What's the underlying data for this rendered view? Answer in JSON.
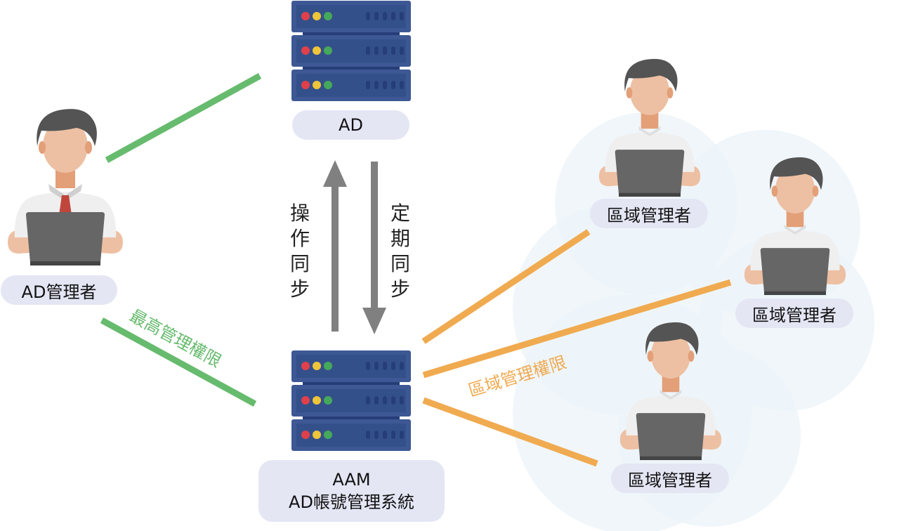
{
  "colors": {
    "admin_link": "#67bb6e",
    "region_link": "#f0aa50",
    "arrow": "#808080",
    "server_body": "#3d5894",
    "server_panel": "#34508a",
    "server_dark": "#263e78",
    "led_red": "#e0404a",
    "led_yellow": "#edc53a",
    "led_green": "#45a95c",
    "label_bg": "#e4e6f4",
    "cloud": "#edf5f9",
    "hair": "#545454",
    "skin": "#edc0a3",
    "neck": "#e39f78",
    "shirt": "#efefef",
    "laptop": "#666666",
    "tie": "#c0463c"
  },
  "nodes": {
    "ad_server": {
      "label": "AD",
      "icon": "server-rack-icon"
    },
    "aam_server": {
      "line1": "AAM",
      "line2": "AD帳號管理系統",
      "icon": "server-rack-icon"
    },
    "ad_admin": {
      "label": "AD管理者",
      "icon": "admin-person-with-tie-icon"
    },
    "regional_admins": [
      {
        "label": "區域管理者",
        "icon": "person-laptop-icon"
      },
      {
        "label": "區域管理者",
        "icon": "person-laptop-icon"
      },
      {
        "label": "區域管理者",
        "icon": "person-laptop-icon"
      }
    ]
  },
  "arrows": {
    "up_label": "操作同步",
    "down_label": "定期同步"
  },
  "link_labels": {
    "highest_permission": "最高管理權限",
    "regional_permission": "區域管理權限"
  }
}
